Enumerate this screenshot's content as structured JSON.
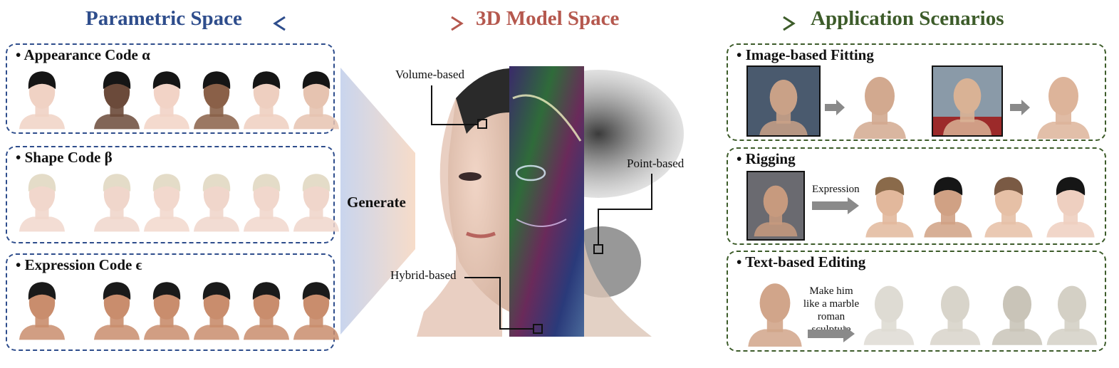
{
  "header": {
    "parametric": "Parametric Space",
    "model3d": "3D Model Space",
    "application": "Application Scenarios"
  },
  "colors": {
    "blue": "#2e4d8c",
    "red": "#b5584e",
    "green": "#3d5c2a"
  },
  "left_panels": [
    {
      "title": "• Appearance Code α"
    },
    {
      "title": "• Shape Code β"
    },
    {
      "title": "• Expression Code ϵ"
    }
  ],
  "center": {
    "generate": "Generate",
    "volume": "Volume-based",
    "point": "Point-based",
    "hybrid": "Hybrid-based"
  },
  "right_panels": {
    "fitting": "• Image-based Fitting",
    "rigging": "• Rigging",
    "rigging_arrow": "Expression",
    "editing": "• Text-based Editing",
    "editing_prompt": "Make him like a marble roman sculpture"
  }
}
